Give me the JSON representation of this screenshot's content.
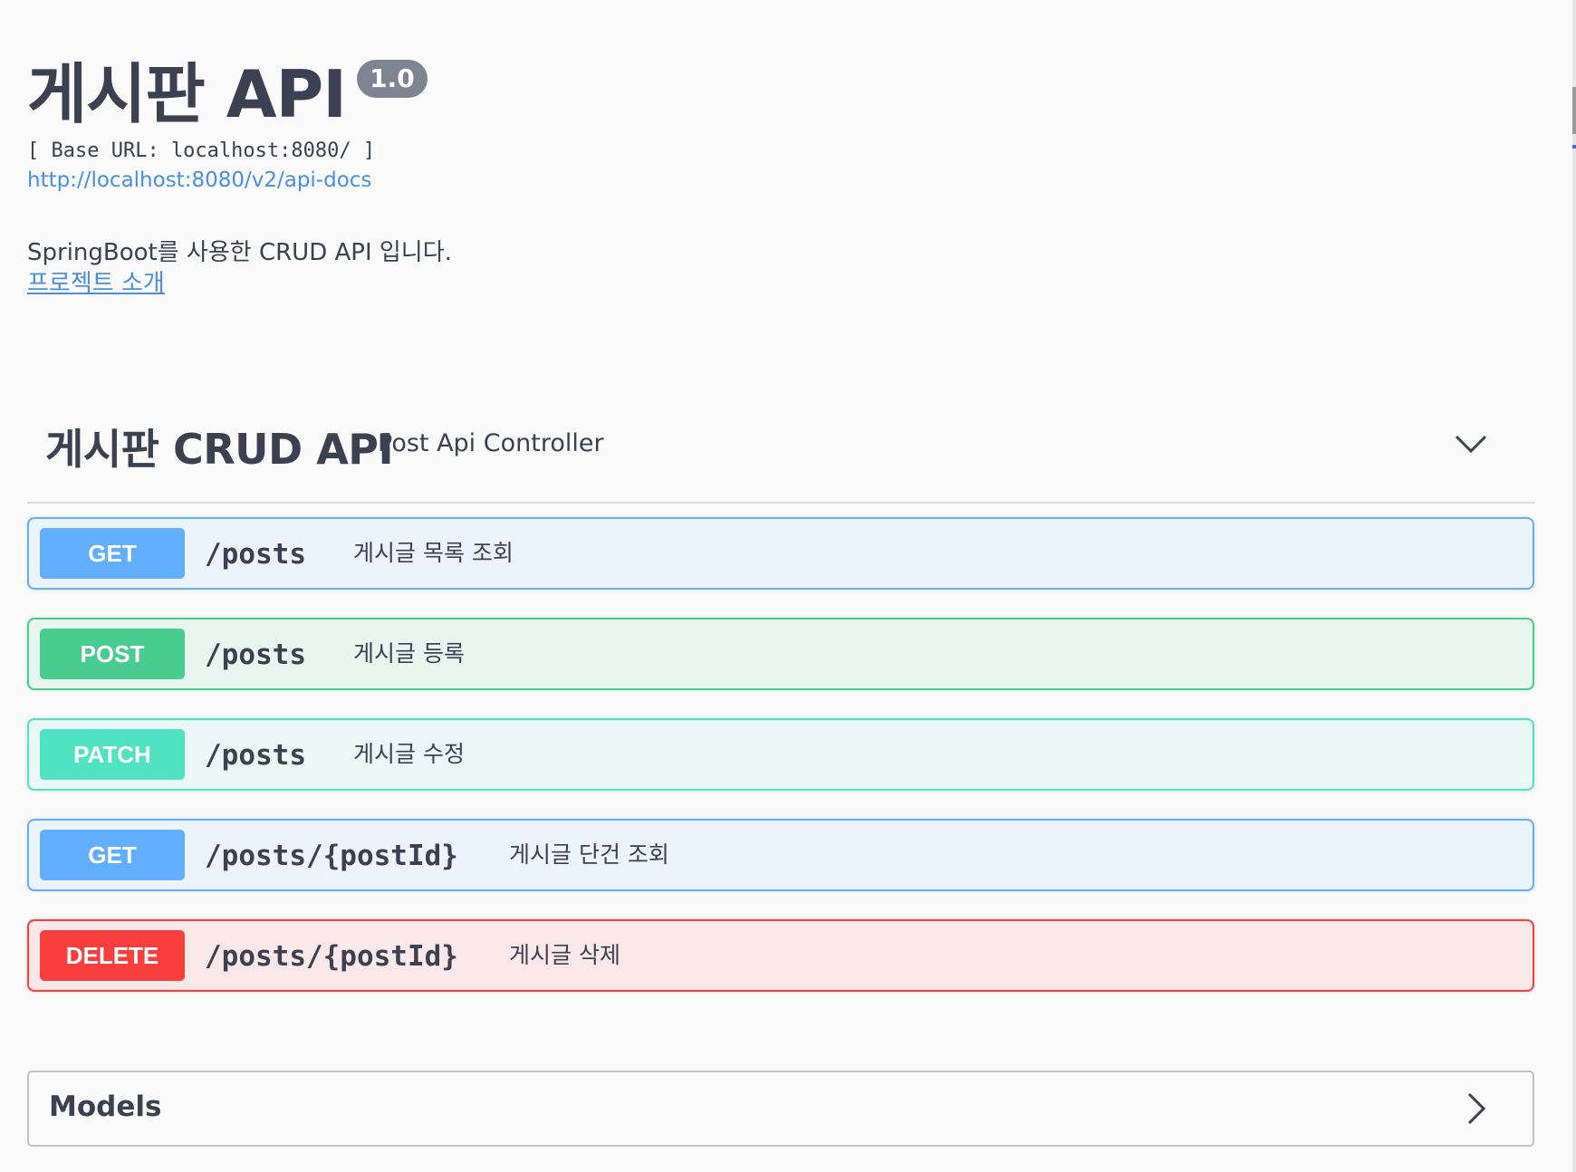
{
  "info": {
    "title": "게시판 API",
    "version": "1.0",
    "base_url": "[ Base URL: localhost:8080/ ]",
    "docs_link": "http://localhost:8080/v2/api-docs",
    "description": "SpringBoot를 사용한 CRUD API 입니다.",
    "project_link": "프로젝트 소개"
  },
  "tag": {
    "name": "게시판 CRUD API",
    "description": "Post Api Controller",
    "chevron_icon": "chevron-down-icon"
  },
  "operations": [
    {
      "method": "GET",
      "path": "/posts",
      "summary": "게시글 목록 조회",
      "color": "#61affe"
    },
    {
      "method": "POST",
      "path": "/posts",
      "summary": "게시글 등록",
      "color": "#49cc90"
    },
    {
      "method": "PATCH",
      "path": "/posts",
      "summary": "게시글 수정",
      "color": "#50e3c2"
    },
    {
      "method": "GET",
      "path": "/posts/{postId}",
      "summary": "게시글 단건 조회",
      "color": "#61affe"
    },
    {
      "method": "DELETE",
      "path": "/posts/{postId}",
      "summary": "게시글 삭제",
      "color": "#f93e3e"
    }
  ],
  "models": {
    "title": "Models",
    "chevron_icon": "chevron-right-icon"
  }
}
